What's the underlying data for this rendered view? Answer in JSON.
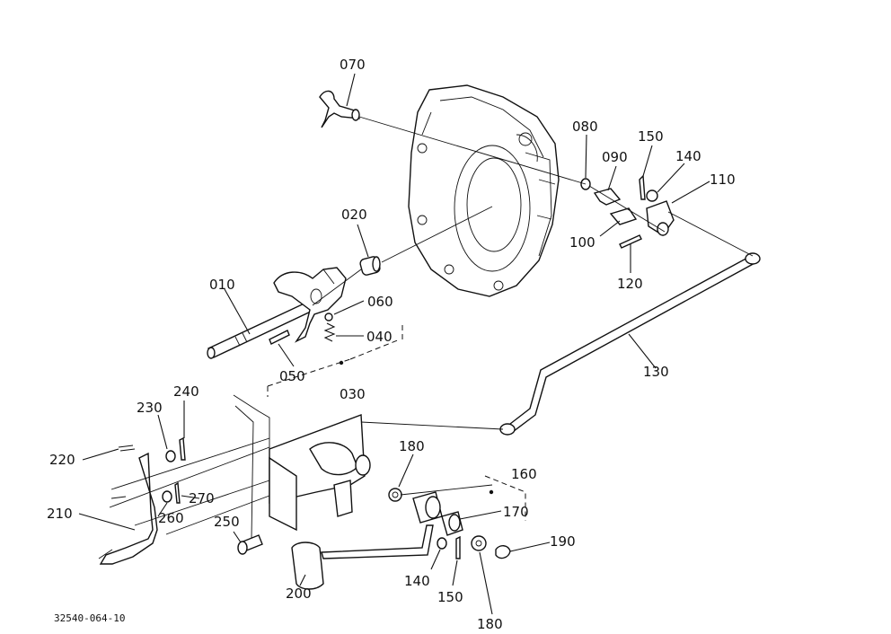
{
  "diagram": {
    "drawing_number": "32540-064-10",
    "callouts": [
      {
        "id": "c070",
        "text": "070"
      },
      {
        "id": "c080",
        "text": "080"
      },
      {
        "id": "c090",
        "text": "090"
      },
      {
        "id": "c150a",
        "text": "150"
      },
      {
        "id": "c140a",
        "text": "140"
      },
      {
        "id": "c110",
        "text": "110"
      },
      {
        "id": "c100",
        "text": "100"
      },
      {
        "id": "c120",
        "text": "120"
      },
      {
        "id": "c020",
        "text": "020"
      },
      {
        "id": "c010",
        "text": "010"
      },
      {
        "id": "c060",
        "text": "060"
      },
      {
        "id": "c040",
        "text": "040"
      },
      {
        "id": "c050",
        "text": "050"
      },
      {
        "id": "c030",
        "text": "030"
      },
      {
        "id": "c130",
        "text": "130"
      },
      {
        "id": "c240",
        "text": "240"
      },
      {
        "id": "c230",
        "text": "230"
      },
      {
        "id": "c220",
        "text": "220"
      },
      {
        "id": "c270",
        "text": "270"
      },
      {
        "id": "c260",
        "text": "260"
      },
      {
        "id": "c210",
        "text": "210"
      },
      {
        "id": "c250",
        "text": "250"
      },
      {
        "id": "c200",
        "text": "200"
      },
      {
        "id": "c180a",
        "text": "180"
      },
      {
        "id": "c160",
        "text": "160"
      },
      {
        "id": "c170",
        "text": "170"
      },
      {
        "id": "c190",
        "text": "190"
      },
      {
        "id": "c140b",
        "text": "140"
      },
      {
        "id": "c150b",
        "text": "150"
      },
      {
        "id": "c180b",
        "text": "180"
      }
    ]
  }
}
